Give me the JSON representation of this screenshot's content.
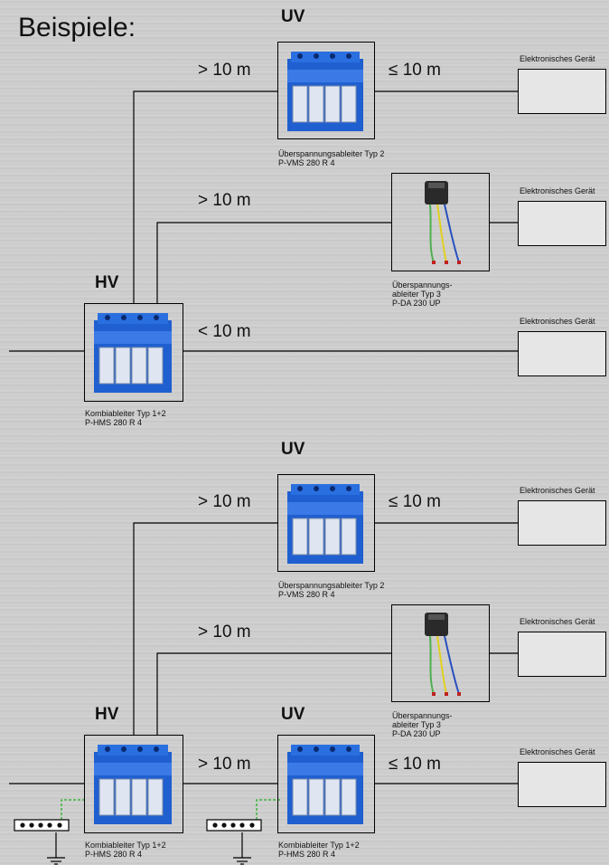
{
  "title": "Beispiele:",
  "uv": "UV",
  "hv": "HV",
  "dist_gt10": "> 10 m",
  "dist_le10": "≤ 10 m",
  "dist_lt10": "< 10 m",
  "device_label": "Elektronisches Gerät",
  "type2_caption": "Überspannungsableiter Typ 2\nP-VMS 280 R 4",
  "type3_caption": "Überspannungs-\nableiter Typ 3\nP-DA 230 UP",
  "type12_caption": "Kombiableiter Typ 1+2\nP-HMS 280 R 4",
  "colors": {
    "module_blue": "#1f5fd0",
    "line": "#000000",
    "ground_dash": "#3ab53a"
  },
  "icons": [
    "surge-arrester-icon",
    "socket-module-icon",
    "terminal-bar-icon",
    "ground-icon"
  ]
}
